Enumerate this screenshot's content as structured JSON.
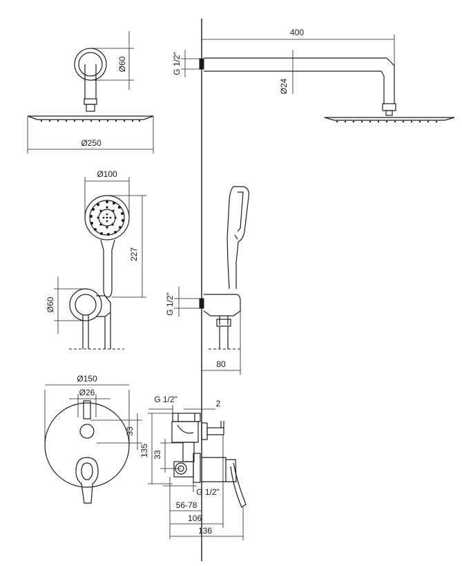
{
  "labels": {
    "arm_length": "400",
    "head_thread": "G 1/2\"",
    "arm_diameter": "Ø24",
    "flange_top": "Ø60",
    "head_diameter": "Ø250",
    "hand_head_diameter": "Ø100",
    "hand_length": "227",
    "holder_diameter": "Ø60",
    "hand_thread": "G 1/2\"",
    "holder_depth": "80",
    "plate_diameter": "Ø150",
    "knob_diameter": "Ø26",
    "knob_offset": "33",
    "body_thread_top": "G 1/2\"",
    "wall_gap": "2",
    "body_height": "135",
    "port_offset": "33",
    "body_thread_bottom": "G 1/2\"",
    "install_depth": "56-78",
    "depth_106": "106",
    "depth_136": "136"
  }
}
